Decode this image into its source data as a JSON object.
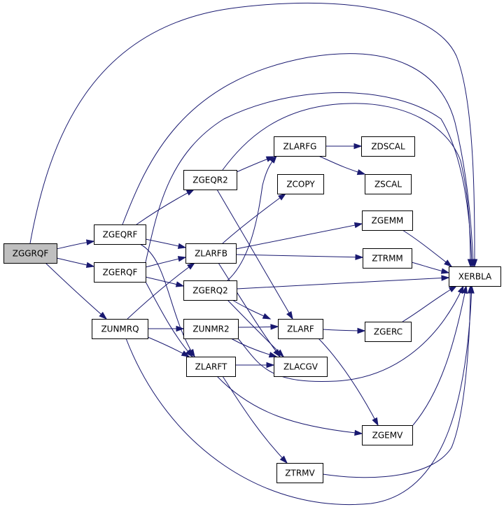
{
  "graph": {
    "colors": {
      "node_fill": "#ffffff",
      "root_fill": "#bfbfbf",
      "edge": "#191970"
    },
    "nodes": [
      {
        "id": "ZGGRQF",
        "label": "ZGGRQF",
        "root": true
      },
      {
        "id": "ZGEQRF",
        "label": "ZGEQRF"
      },
      {
        "id": "ZGERQF",
        "label": "ZGERQF"
      },
      {
        "id": "ZUNMRQ",
        "label": "ZUNMRQ"
      },
      {
        "id": "ZGEQR2",
        "label": "ZGEQR2"
      },
      {
        "id": "ZLARFB",
        "label": "ZLARFB"
      },
      {
        "id": "ZGERQ2",
        "label": "ZGERQ2"
      },
      {
        "id": "ZUNMR2",
        "label": "ZUNMR2"
      },
      {
        "id": "ZLARFT",
        "label": "ZLARFT"
      },
      {
        "id": "ZLARFG",
        "label": "ZLARFG"
      },
      {
        "id": "ZCOPY",
        "label": "ZCOPY"
      },
      {
        "id": "ZLARF",
        "label": "ZLARF"
      },
      {
        "id": "ZLACGV",
        "label": "ZLACGV"
      },
      {
        "id": "ZTRMV",
        "label": "ZTRMV"
      },
      {
        "id": "ZDSCAL",
        "label": "ZDSCAL"
      },
      {
        "id": "ZSCAL",
        "label": "ZSCAL"
      },
      {
        "id": "ZGEMM",
        "label": "ZGEMM"
      },
      {
        "id": "ZTRMM",
        "label": "ZTRMM"
      },
      {
        "id": "ZGERC",
        "label": "ZGERC"
      },
      {
        "id": "ZGEMV",
        "label": "ZGEMV"
      },
      {
        "id": "XERBLA",
        "label": "XERBLA"
      }
    ],
    "edges": [
      {
        "from": "ZGGRQF",
        "to": "ZGEQRF"
      },
      {
        "from": "ZGGRQF",
        "to": "ZGERQF"
      },
      {
        "from": "ZGGRQF",
        "to": "ZUNMRQ"
      },
      {
        "from": "ZGGRQF",
        "to": "XERBLA"
      },
      {
        "from": "ZGEQRF",
        "to": "ZGEQR2"
      },
      {
        "from": "ZGEQRF",
        "to": "ZLARFB"
      },
      {
        "from": "ZGEQRF",
        "to": "ZLARFT"
      },
      {
        "from": "ZGEQRF",
        "to": "XERBLA"
      },
      {
        "from": "ZGERQF",
        "to": "ZLARFB"
      },
      {
        "from": "ZGERQF",
        "to": "ZGERQ2"
      },
      {
        "from": "ZGERQF",
        "to": "ZLARFT"
      },
      {
        "from": "ZGERQF",
        "to": "XERBLA"
      },
      {
        "from": "ZUNMRQ",
        "to": "ZLARFB"
      },
      {
        "from": "ZUNMRQ",
        "to": "ZUNMR2"
      },
      {
        "from": "ZUNMRQ",
        "to": "ZLARFT"
      },
      {
        "from": "ZUNMRQ",
        "to": "XERBLA"
      },
      {
        "from": "ZGEQR2",
        "to": "ZLARFG"
      },
      {
        "from": "ZGEQR2",
        "to": "ZLARF"
      },
      {
        "from": "ZGEQR2",
        "to": "XERBLA"
      },
      {
        "from": "ZLARFB",
        "to": "ZCOPY"
      },
      {
        "from": "ZLARFB",
        "to": "ZGEMM"
      },
      {
        "from": "ZLARFB",
        "to": "ZTRMM"
      },
      {
        "from": "ZLARFB",
        "to": "ZLACGV"
      },
      {
        "from": "ZGERQ2",
        "to": "ZLARFG"
      },
      {
        "from": "ZGERQ2",
        "to": "ZLARF"
      },
      {
        "from": "ZGERQ2",
        "to": "ZLACGV"
      },
      {
        "from": "ZGERQ2",
        "to": "XERBLA"
      },
      {
        "from": "ZUNMR2",
        "to": "ZLARF"
      },
      {
        "from": "ZUNMR2",
        "to": "ZLACGV"
      },
      {
        "from": "ZUNMR2",
        "to": "XERBLA"
      },
      {
        "from": "ZLARFT",
        "to": "ZLACGV"
      },
      {
        "from": "ZLARFT",
        "to": "ZGEMV"
      },
      {
        "from": "ZLARFT",
        "to": "ZTRMV"
      },
      {
        "from": "ZLARFG",
        "to": "ZDSCAL"
      },
      {
        "from": "ZLARFG",
        "to": "ZSCAL"
      },
      {
        "from": "ZLARF",
        "to": "ZGERC"
      },
      {
        "from": "ZLARF",
        "to": "ZGEMV"
      },
      {
        "from": "ZGEMM",
        "to": "XERBLA"
      },
      {
        "from": "ZTRMM",
        "to": "XERBLA"
      },
      {
        "from": "ZGERC",
        "to": "XERBLA"
      },
      {
        "from": "ZGEMV",
        "to": "XERBLA"
      },
      {
        "from": "ZTRMV",
        "to": "XERBLA"
      }
    ]
  }
}
